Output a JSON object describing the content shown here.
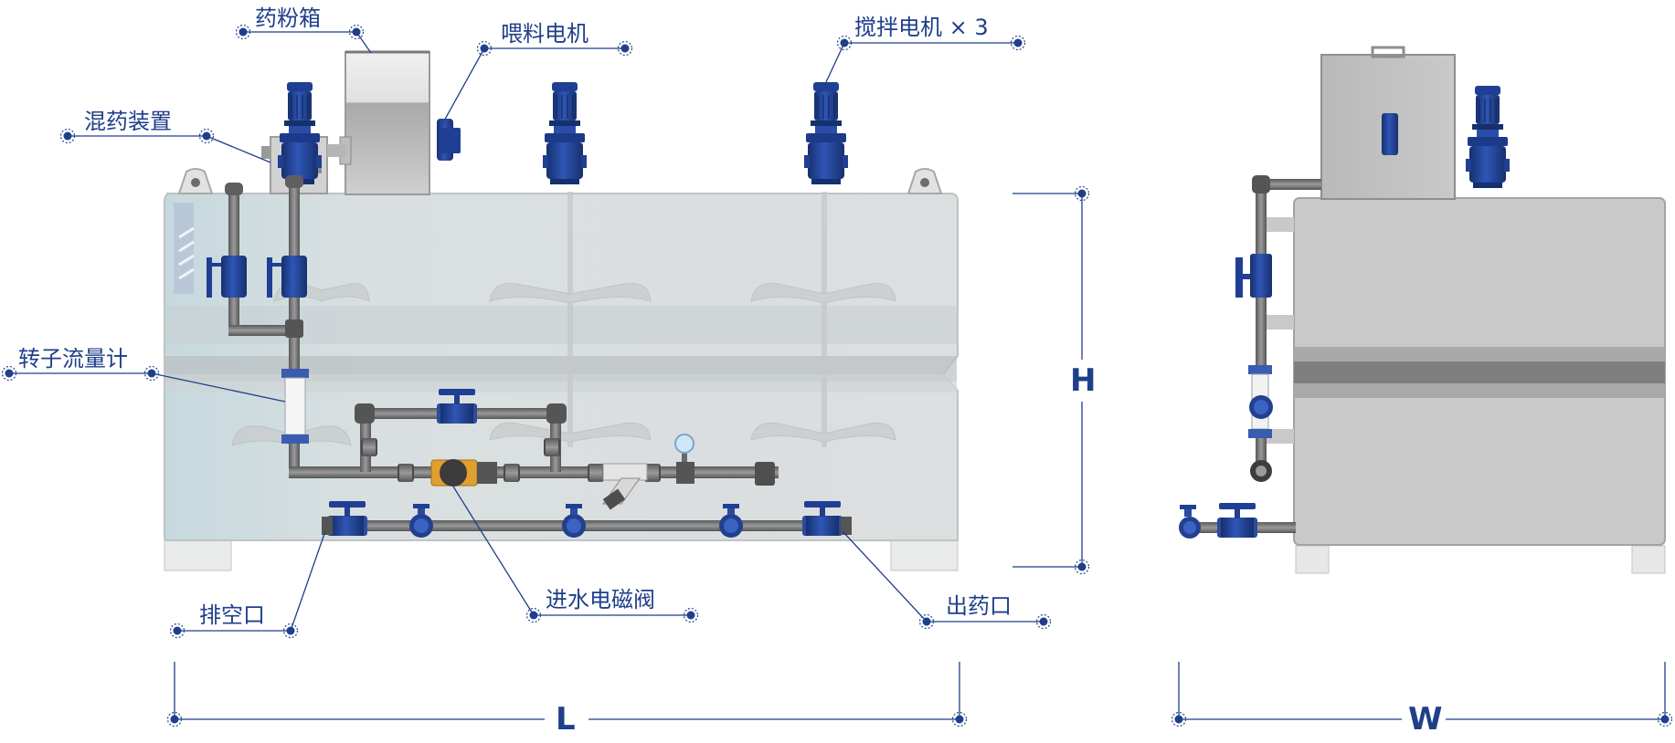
{
  "labels": {
    "powder_box": "药粉箱",
    "feed_motor": "喂料电机",
    "stirring_motor": "搅拌电机 × 3",
    "mixing_device": "混药装置",
    "rotameter": "转子流量计",
    "drain_port": "排空口",
    "inlet_solenoid_valve": "进水电磁阀",
    "dosing_outlet": "出药口"
  },
  "dimensions": {
    "height": "H",
    "length": "L",
    "width": "W"
  },
  "colors": {
    "accent": "#1f3f8a",
    "motor": "#1e3f93",
    "pipe": "#6e6e6e",
    "tank": "#d6dadb",
    "tank_frame": "#c8cbcc",
    "valve_yellow": "#e0a030"
  }
}
